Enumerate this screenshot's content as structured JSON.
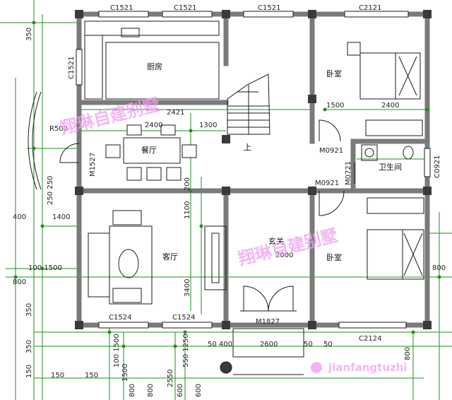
{
  "rooms": {
    "kitchen": "厨房",
    "dining": "餐厅",
    "living": "客厅",
    "bedroom_top": "卧室",
    "bedroom_bottom": "卧室",
    "bathroom": "卫生间",
    "foyer": "玄关",
    "stair_up": "上"
  },
  "labels": {
    "window_top_1": "C1521",
    "window_top_2": "C1521",
    "window_top_3": "C1521",
    "window_top_4": "C2121",
    "window_left": "C1521",
    "window_bot_1": "C1524",
    "window_bot_2": "C1524",
    "window_bot_3": "C2124",
    "window_right_bath": "C0921",
    "door_m2421": "2421",
    "door_m1527": "M1527",
    "door_m0921a": "M0921",
    "door_m0721": "M0721",
    "door_m0921b": "M0921",
    "door_m1827": "M1827",
    "arc_r": "R500",
    "foyer_dim": "2000"
  },
  "dimensions": {
    "d2400a": "2400",
    "d1300": "1300",
    "d1500": "1500",
    "d2400b": "2400",
    "d200": "200",
    "d1100": "1100",
    "d3400": "3400",
    "d1400": "1400",
    "d400": "400",
    "d250250": "250 250",
    "d100_1500": "100 1500",
    "d800a": "800",
    "d800b": "800",
    "d350a": "350",
    "d350b": "350",
    "d350c": "350",
    "d150": "150",
    "d50_400": "50 400",
    "d2600": "2600",
    "d50a": "50",
    "d50b": "50",
    "d800c": "800",
    "d100_1500v": "100 1500",
    "d2550": "2550",
    "d50_1250": "550 1250",
    "d150b": "150",
    "d800d": "800",
    "d600": "600",
    "d150c": "150",
    "d600b": "600",
    "d800e": "800",
    "d1500b": "1500"
  },
  "watermarks": {
    "center_top": "翔琳自建别墅",
    "center_mid": "翔琳自建别墅",
    "logo": "jianfangtuzhi"
  },
  "colors": {
    "wall": "#7a7a7a",
    "line": "#1a1a1a",
    "dim": "#1f8f1f",
    "column": "#3a3a3a",
    "watermark": "#f0a0f0"
  }
}
